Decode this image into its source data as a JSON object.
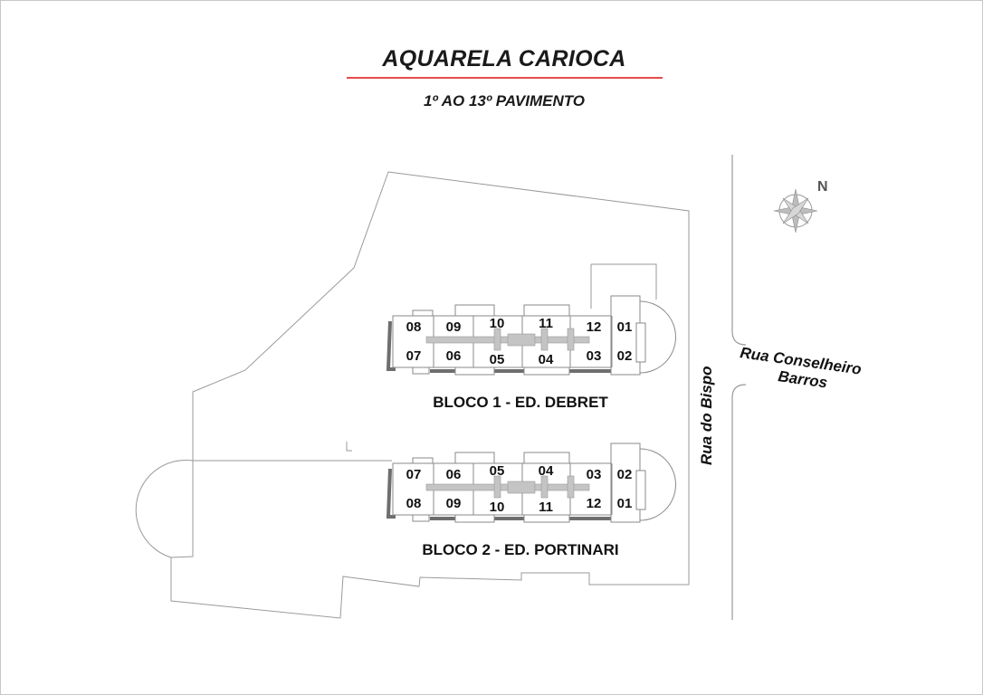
{
  "title": "AQUARELA CARIOCA",
  "subtitle": "1º AO 13º PAVIMENTO",
  "blocks": [
    {
      "label": "BLOCO 1 - ED. DEBRET",
      "top_units": [
        "08",
        "09",
        "10",
        "11",
        "12",
        "01"
      ],
      "bottom_units": [
        "07",
        "06",
        "05",
        "04",
        "03",
        "02"
      ]
    },
    {
      "label": "BLOCO 2 - ED. PORTINARI",
      "top_units": [
        "07",
        "06",
        "05",
        "04",
        "03",
        "02"
      ],
      "bottom_units": [
        "08",
        "09",
        "10",
        "11",
        "12",
        "01"
      ]
    }
  ],
  "streets": {
    "bispo": "Rua do Bispo",
    "conselheiro_line1": "Rua Conselheiro",
    "conselheiro_line2": "Barros"
  },
  "compass": {
    "label": "N",
    "icon": "compass-rose-icon"
  },
  "colors": {
    "title_rule": "#e84a4a",
    "outline": "#8a8a8a",
    "corridor": "#c4c4c4",
    "shadow": "#6e6e6e"
  }
}
